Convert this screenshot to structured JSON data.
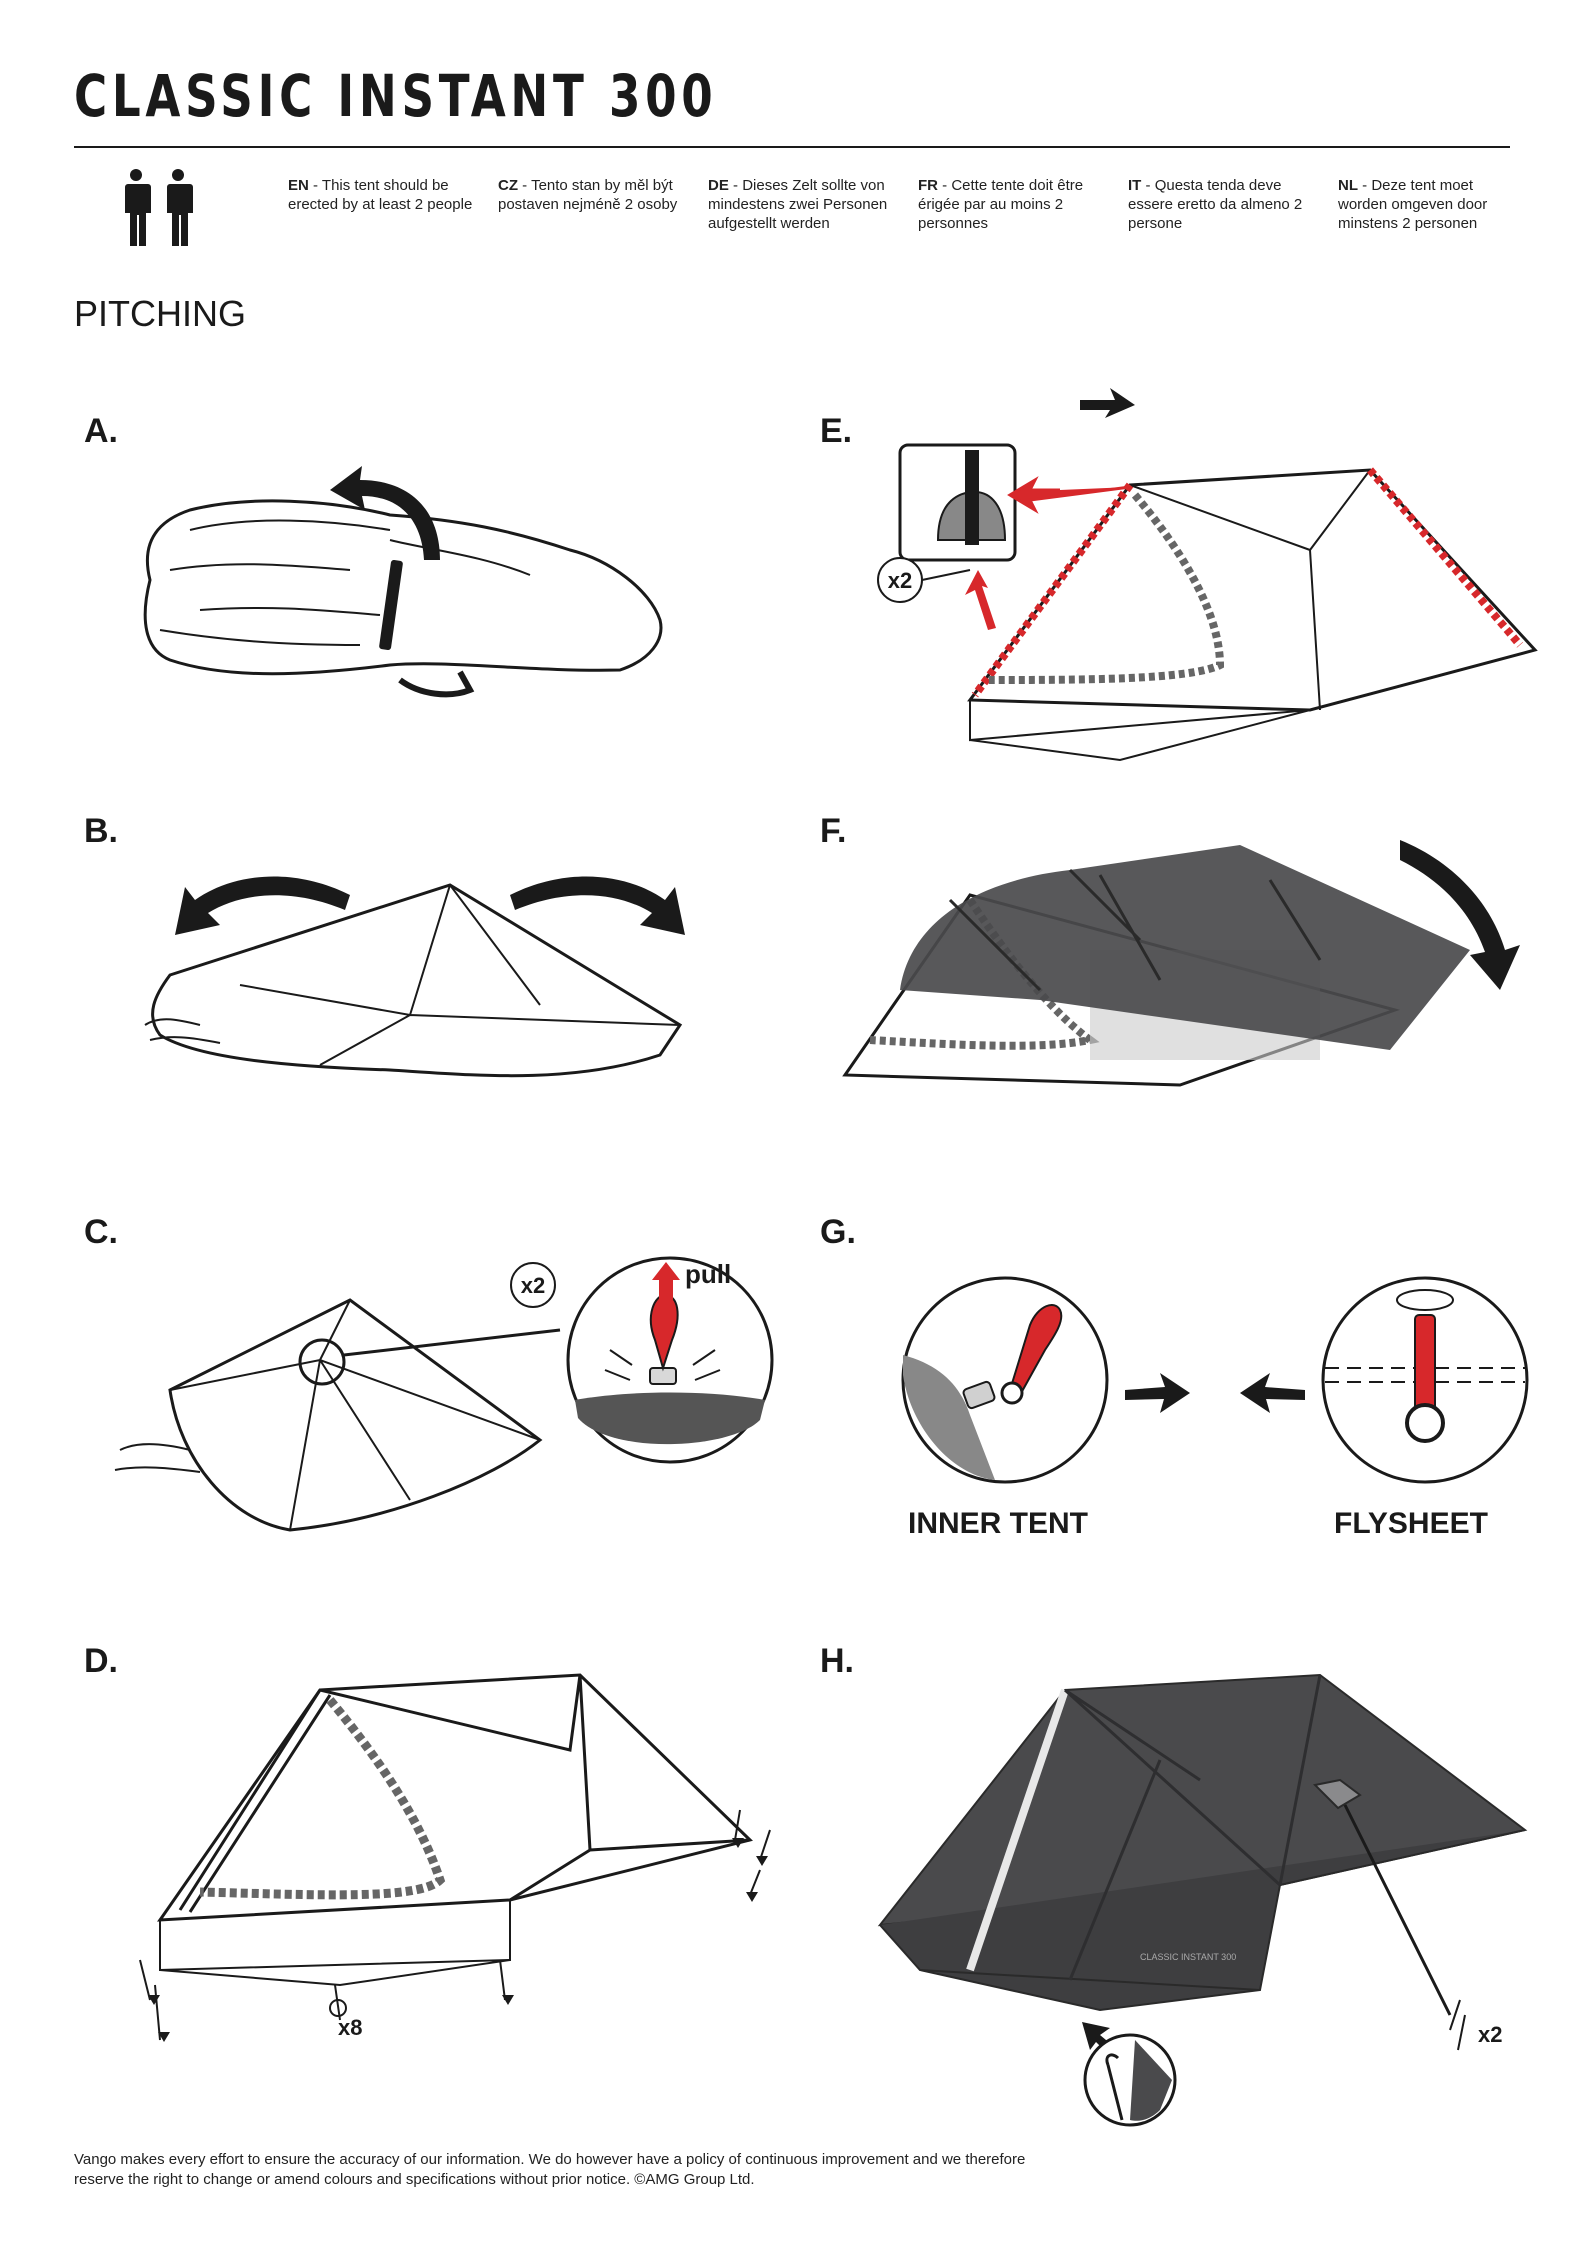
{
  "title": "CLASSIC INSTANT 300",
  "languages": [
    {
      "code": "EN",
      "text": "This tent should be erected by at least 2 people"
    },
    {
      "code": "CZ",
      "text": "Tento stan by měl být postaven nejméně 2 osoby"
    },
    {
      "code": "DE",
      "text": "Dieses Zelt sollte von mindestens zwei Personen aufgestellt werden"
    },
    {
      "code": "FR",
      "text": "Cette tente doit être érigée par au moins 2 personnes"
    },
    {
      "code": "IT",
      "text": "Questa tenda deve essere eretto da almeno 2 persone"
    },
    {
      "code": "NL",
      "text": "Deze tent moet worden omgeven door minstens 2 personen"
    }
  ],
  "section_title": "PITCHING",
  "steps": {
    "a": "A.",
    "b": "B.",
    "c": "C.",
    "d": "D.",
    "e": "E.",
    "f": "F.",
    "g": "G.",
    "h": "H."
  },
  "annotations": {
    "c_count": "x2",
    "c_pull": "pull",
    "d_count": "x8",
    "e_count": "x2",
    "h_count": "x2"
  },
  "captions": {
    "inner_tent": "INNER TENT",
    "flysheet": "FLYSHEET"
  },
  "tent_label": "CLASSIC INSTANT 300",
  "footer": "Vango makes every effort to ensure the accuracy of our information. We do however have a policy of continuous improvement and we therefore reserve the right to change or amend colours and specifications without prior notice. ©AMG Group Ltd.",
  "colors": {
    "accent_red": "#d7282b",
    "fly_grey": "#4a4a4c",
    "ink": "#1a1a1a"
  }
}
